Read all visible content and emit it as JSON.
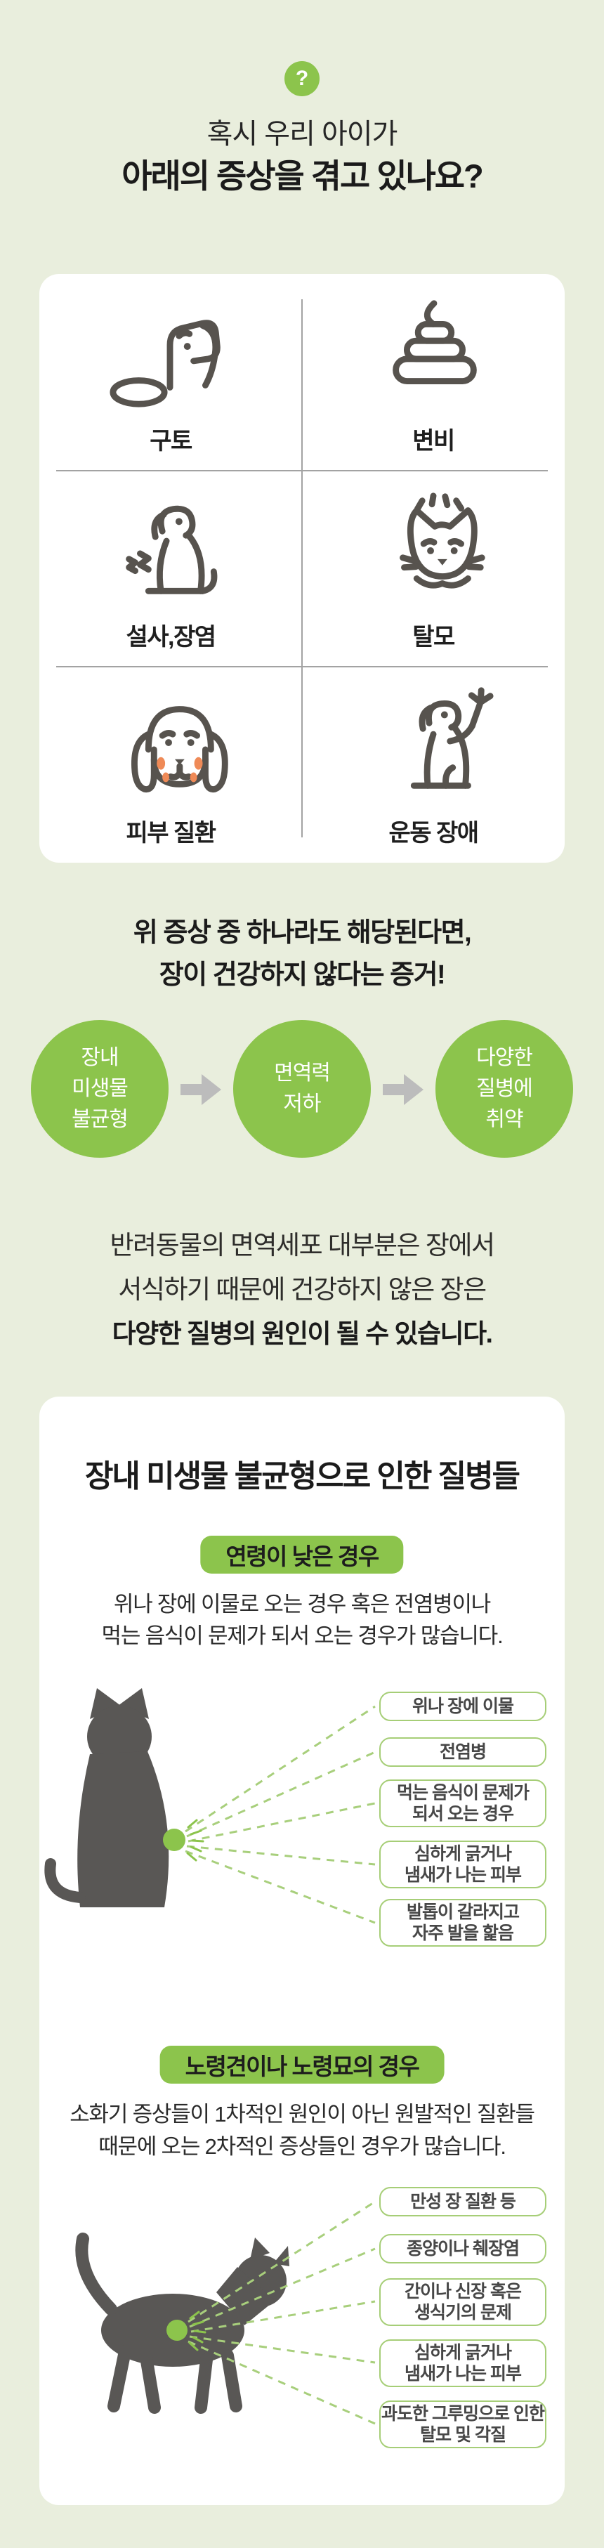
{
  "theme": {
    "background": "#e9eedd",
    "card": "#ffffff",
    "green": "#8cc44c",
    "callout_border_green": "#a6ce77",
    "dashed_line_green": "#a8cf7c",
    "silhouette_gray": "#595755",
    "icon_stroke_gray": "#57534e",
    "spot_orange": "#ef8a57",
    "arrow_gray": "#bcbcbc",
    "text_dark": "#1b1b1b"
  },
  "header": {
    "badge_glyph": "?",
    "title_line1": "혹시 우리 아이가",
    "title_line2": "아래의 증상을 겪고 있나요?"
  },
  "symptoms": {
    "items": [
      {
        "label": "구토",
        "icon": "vomiting-dog"
      },
      {
        "label": "변비",
        "icon": "poop"
      },
      {
        "label": "설사,장염",
        "icon": "dog-stomachache"
      },
      {
        "label": "탈모",
        "icon": "cat-hair-loss"
      },
      {
        "label": "피부 질환",
        "icon": "dog-skin-disease"
      },
      {
        "label": "운동 장애",
        "icon": "dog-mobility-aid"
      }
    ]
  },
  "warning": {
    "line1": "위 증상 중 하나라도 해당된다면,",
    "line2": "장이 건강하지 않다는 증거!"
  },
  "flow": {
    "steps": [
      {
        "lines": [
          "장내",
          "미생물",
          "불균형"
        ]
      },
      {
        "lines": [
          "면역력",
          "저하"
        ]
      },
      {
        "lines": [
          "다양한",
          "질병에",
          "취약"
        ]
      }
    ]
  },
  "explanation": {
    "lines": [
      "반려동물의 면역세포 대부분은 장에서",
      "서식하기 때문에 건강하지 않은 장은"
    ],
    "bold_line": "다양한 질병의 원인이 될 수 있습니다."
  },
  "diseases": {
    "title": "장내 미생물 불균형으로 인한 질병들",
    "young": {
      "badge": "연령이 낮은 경우",
      "desc": [
        "위나 장에 이물로 오는 경우 혹은 전염병이나",
        "먹는 음식이 문제가 되서 오는 경우가 많습니다."
      ],
      "callouts": [
        "위나 장에 이물",
        "전염병",
        [
          "먹는 음식이 문제가",
          "되서 오는 경우"
        ],
        [
          "심하게 긁거나",
          "냄새가 나는 피부"
        ],
        [
          "발톱이 갈라지고",
          "자주 발을 핥음"
        ]
      ]
    },
    "senior": {
      "badge": "노령견이나 노령묘의 경우",
      "desc": [
        "소화기 증상들이 1차적인 원인이 아닌 원발적인 질환들",
        "때문에 오는 2차적인 증상들인 경우가 많습니다."
      ],
      "callouts": [
        "만성 장 질환 등",
        "종양이나 췌장염",
        [
          "간이나 신장 혹은",
          "생식기의 문제"
        ],
        [
          "심하게 긁거나",
          "냄새가 나는 피부"
        ],
        [
          "과도한 그루밍으로 인한",
          "탈모 및 각질"
        ]
      ]
    }
  }
}
